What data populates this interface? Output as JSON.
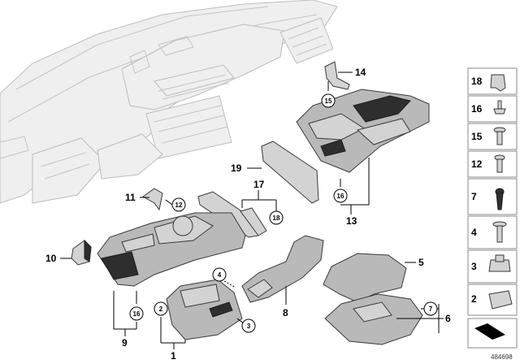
{
  "callouts": {
    "c1": "1",
    "c2": "2",
    "c3": "3",
    "c4": "4",
    "c5": "5",
    "c6": "6",
    "c7": "7",
    "c8": "8",
    "c9": "9",
    "c10": "10",
    "c11": "11",
    "c12": "12",
    "c13": "13",
    "c14": "14",
    "c15": "15",
    "c16a": "16",
    "c16b": "16",
    "c17": "17",
    "c18": "18",
    "c19": "19"
  },
  "legend": [
    "18",
    "16",
    "15",
    "12",
    "7",
    "4",
    "3",
    "2"
  ],
  "doc_id": "484698"
}
